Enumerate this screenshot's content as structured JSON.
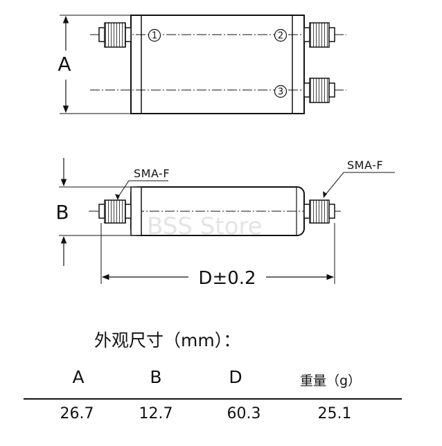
{
  "diagram": {
    "port_labels": [
      "①",
      "②",
      "③"
    ],
    "connector_label_left": "SMA-F",
    "connector_label_right": "SMA-F",
    "dim_a": "A",
    "dim_b": "B",
    "dim_d": "D±0.2",
    "watermark": "BSS Store"
  },
  "dimensions": {
    "title": "外观尺寸（mm）：",
    "headers": [
      "A",
      "B",
      "D",
      "重量（g）"
    ],
    "values": [
      "26.7",
      "12.7",
      "60.3",
      "25.1"
    ]
  }
}
